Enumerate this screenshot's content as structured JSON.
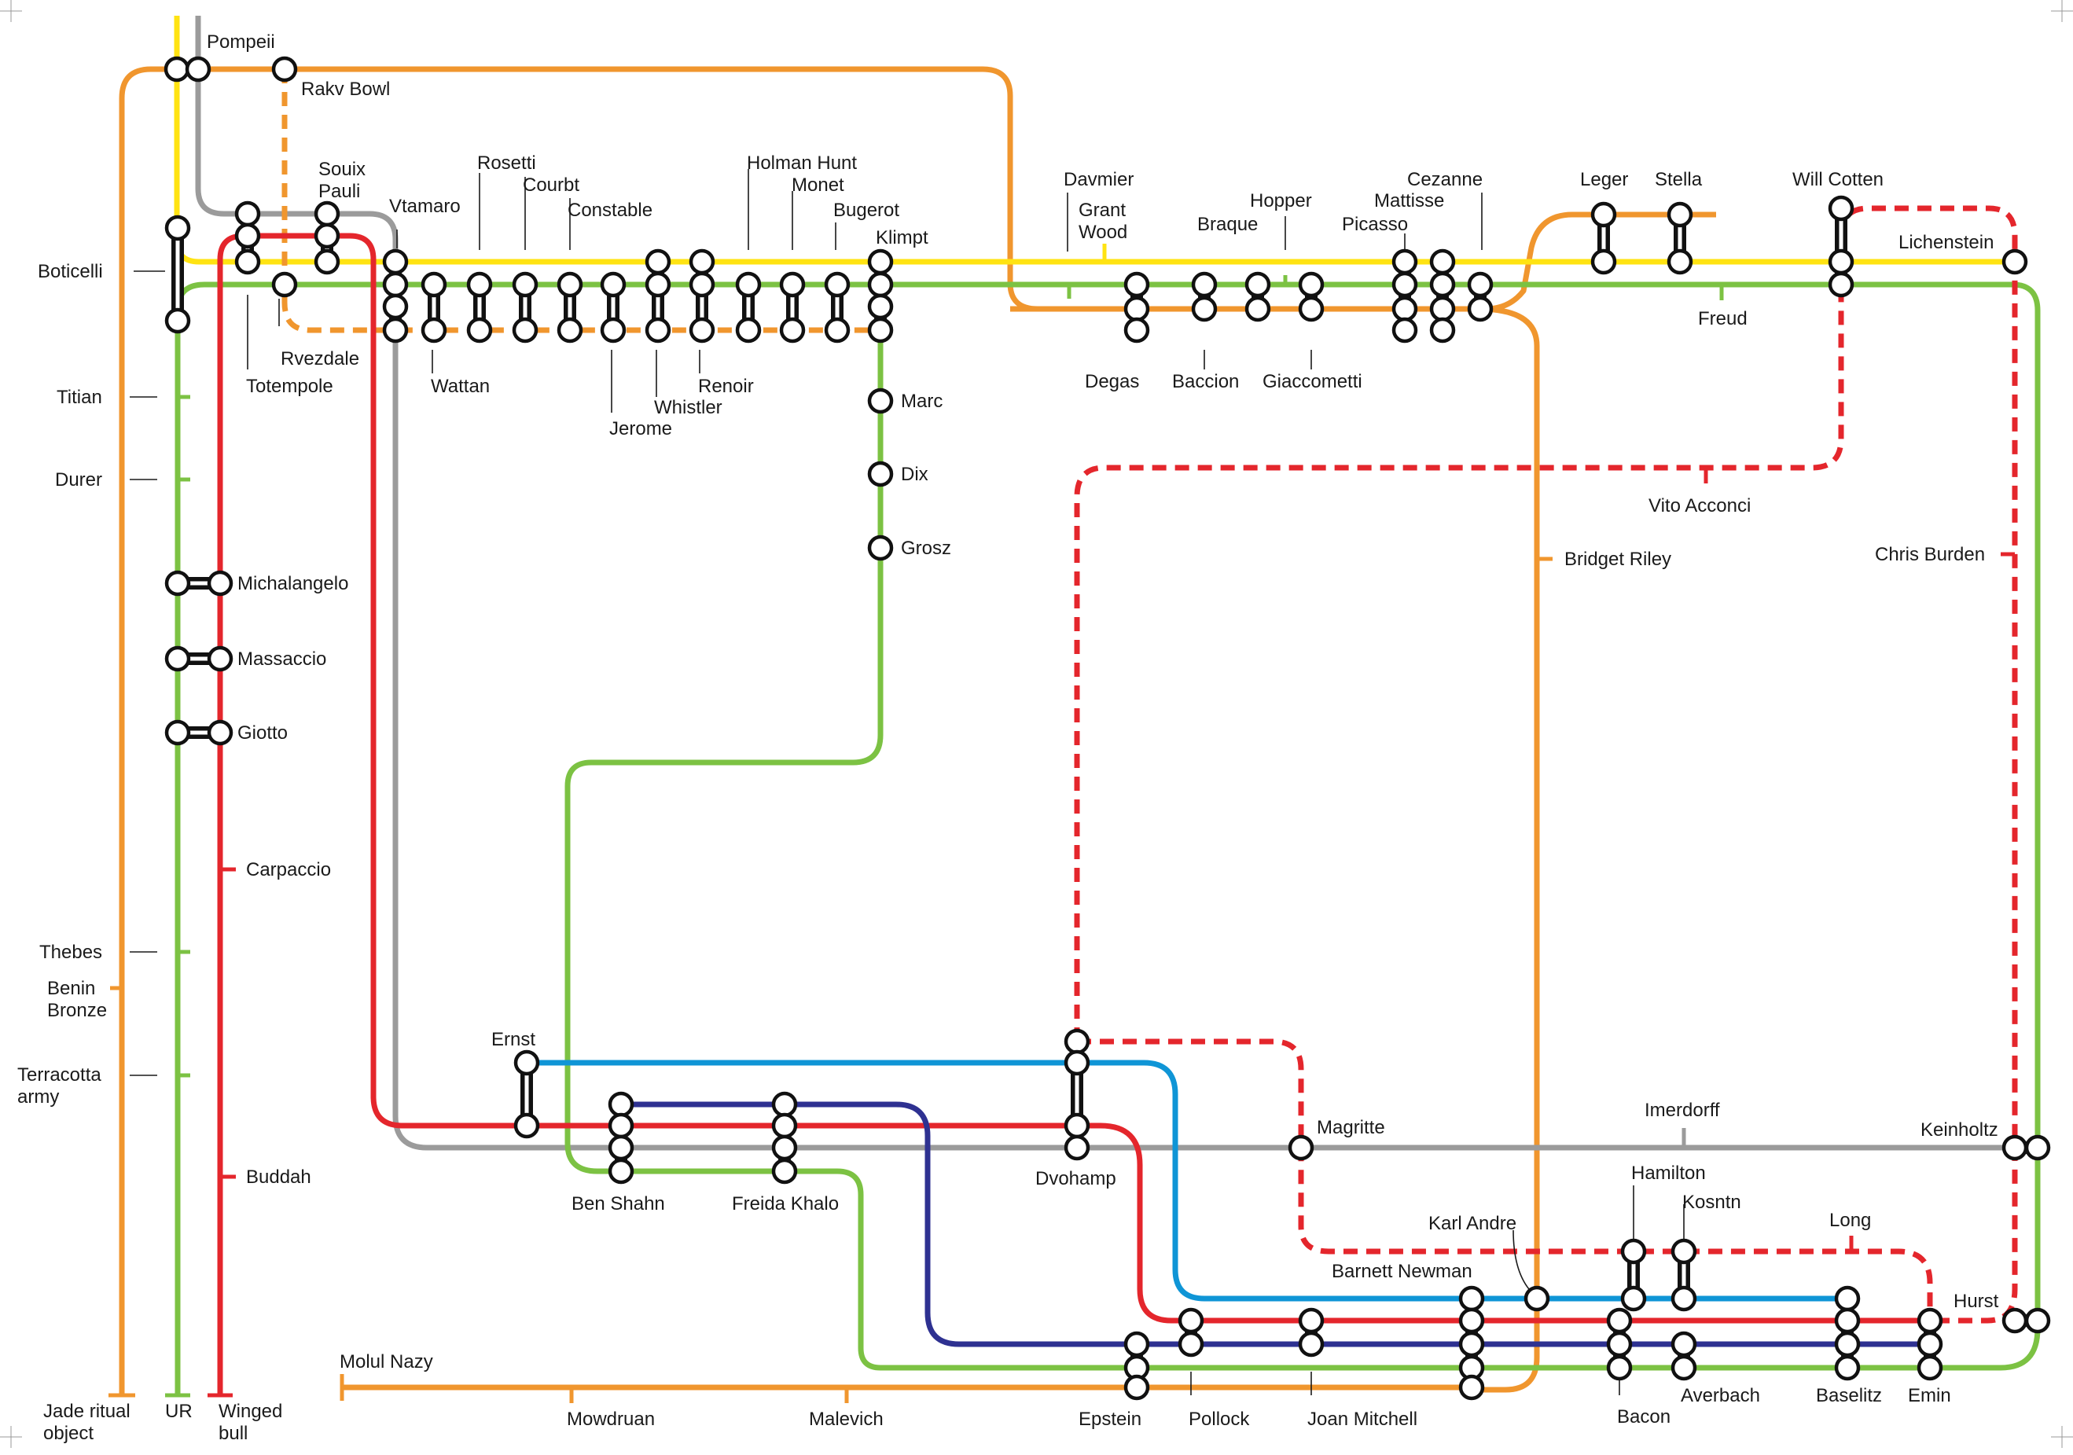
{
  "colors": {
    "yellow": "#ffe312",
    "grey": "#9b9b9b",
    "orange": "#f0962e",
    "red": "#e4262c",
    "green": "#7cc243",
    "blue": "#0f95d6",
    "navy": "#2e3191"
  },
  "lines": [
    {
      "id": "yellow",
      "color": "#ffe312",
      "style": "solid"
    },
    {
      "id": "grey",
      "color": "#9b9b9b",
      "style": "solid"
    },
    {
      "id": "orange-outer",
      "color": "#f0962e",
      "style": "solid"
    },
    {
      "id": "orange-dashed",
      "color": "#f0962e",
      "style": "dashed"
    },
    {
      "id": "green-main",
      "color": "#7cc243",
      "style": "solid"
    },
    {
      "id": "red",
      "color": "#e4262c",
      "style": "solid"
    },
    {
      "id": "red-dashed",
      "color": "#e4262c",
      "style": "dashed"
    },
    {
      "id": "blue",
      "color": "#0f95d6",
      "style": "solid"
    },
    {
      "id": "navy",
      "color": "#2e3191",
      "style": "solid"
    },
    {
      "id": "orange-bottom",
      "color": "#f0962e",
      "style": "solid"
    }
  ],
  "stations": {
    "pompeii": "Pompeii",
    "rakv_bowl": "Rakv Bowl",
    "boticelli": "Boticelli",
    "souix_pauli": "Souix\nPauli",
    "vtamaro": "Vtamaro",
    "rosetti": "Rosetti",
    "courbt": "Courbt",
    "constable": "Constable",
    "holman_hunt": "Holman Hunt",
    "monet": "Monet",
    "bugerot": "Bugerot",
    "klimpt": "Klimpt",
    "davmier": "Davmier",
    "grant_wood": "Grant\nWood",
    "braque": "Braque",
    "hopper": "Hopper",
    "picasso": "Picasso",
    "mattisse": "Mattisse",
    "cezanne": "Cezanne",
    "leger": "Leger",
    "stella": "Stella",
    "will_cotten": "Will Cotten",
    "lichenstein": "Lichenstein",
    "rvezdale": "Rvezdale",
    "totempole": "Totempole",
    "wattan": "Wattan",
    "jerome": "Jerome",
    "whistler": "Whistler",
    "renoir": "Renoir",
    "degas": "Degas",
    "baccion": "Baccion",
    "giaccometti": "Giaccometti",
    "freud": "Freud",
    "titian": "Titian",
    "durer": "Durer",
    "marc": "Marc",
    "dix": "Dix",
    "grosz": "Grosz",
    "vito_acconci": "Vito Acconci",
    "bridget_riley": "Bridget Riley",
    "chris_burden": "Chris Burden",
    "michalangelo": "Michalangelo",
    "massaccio": "Massaccio",
    "giotto": "Giotto",
    "carpaccio": "Carpaccio",
    "thebes": "Thebes",
    "benin_bronze": "Benin\nBronze",
    "terracotta_army": "Terracotta\narmy",
    "buddah": "Buddah",
    "ernst": "Ernst",
    "magritte": "Magritte",
    "imerdorff": "Imerdorff",
    "keinholtz": "Keinholtz",
    "ben_shahn": "Ben Shahn",
    "freida_khalo": "Freida Khalo",
    "dvohamp": "Dvohamp",
    "hamilton": "Hamilton",
    "kosntn": "Kosntn",
    "karl_andre": "Karl Andre",
    "long": "Long",
    "barnett_newman": "Barnett Newman",
    "hurst": "Hurst",
    "molul_nazy": "Molul Nazy",
    "jade_ritual_object": "Jade ritual\nobject",
    "ur": "UR",
    "winged_bull": "Winged\nbull",
    "mowdruan": "Mowdruan",
    "malevich": "Malevich",
    "epstein": "Epstein",
    "pollock": "Pollock",
    "joan_mitchell": "Joan Mitchell",
    "bacon": "Bacon",
    "averbach": "Averbach",
    "baselitz": "Baselitz",
    "emin": "Emin"
  }
}
